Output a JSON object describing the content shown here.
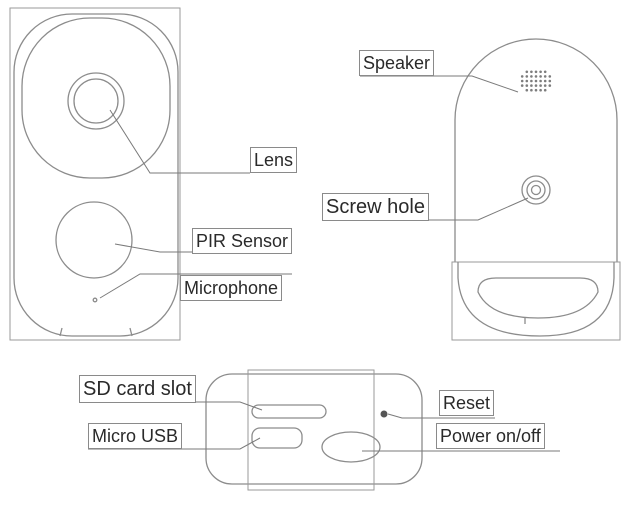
{
  "labels": {
    "lens": "Lens",
    "pir_sensor": "PIR Sensor",
    "microphone": "Microphone",
    "speaker": "Speaker",
    "screw_hole": "Screw hole",
    "sd_card_slot": "SD card slot",
    "micro_usb": "Micro USB",
    "reset": "Reset",
    "power": "Power on/off"
  },
  "colors": {
    "outline": "#8c8c8c",
    "leader": "#7a7a7a",
    "text": "#2a2a2a",
    "background": "#ffffff"
  }
}
